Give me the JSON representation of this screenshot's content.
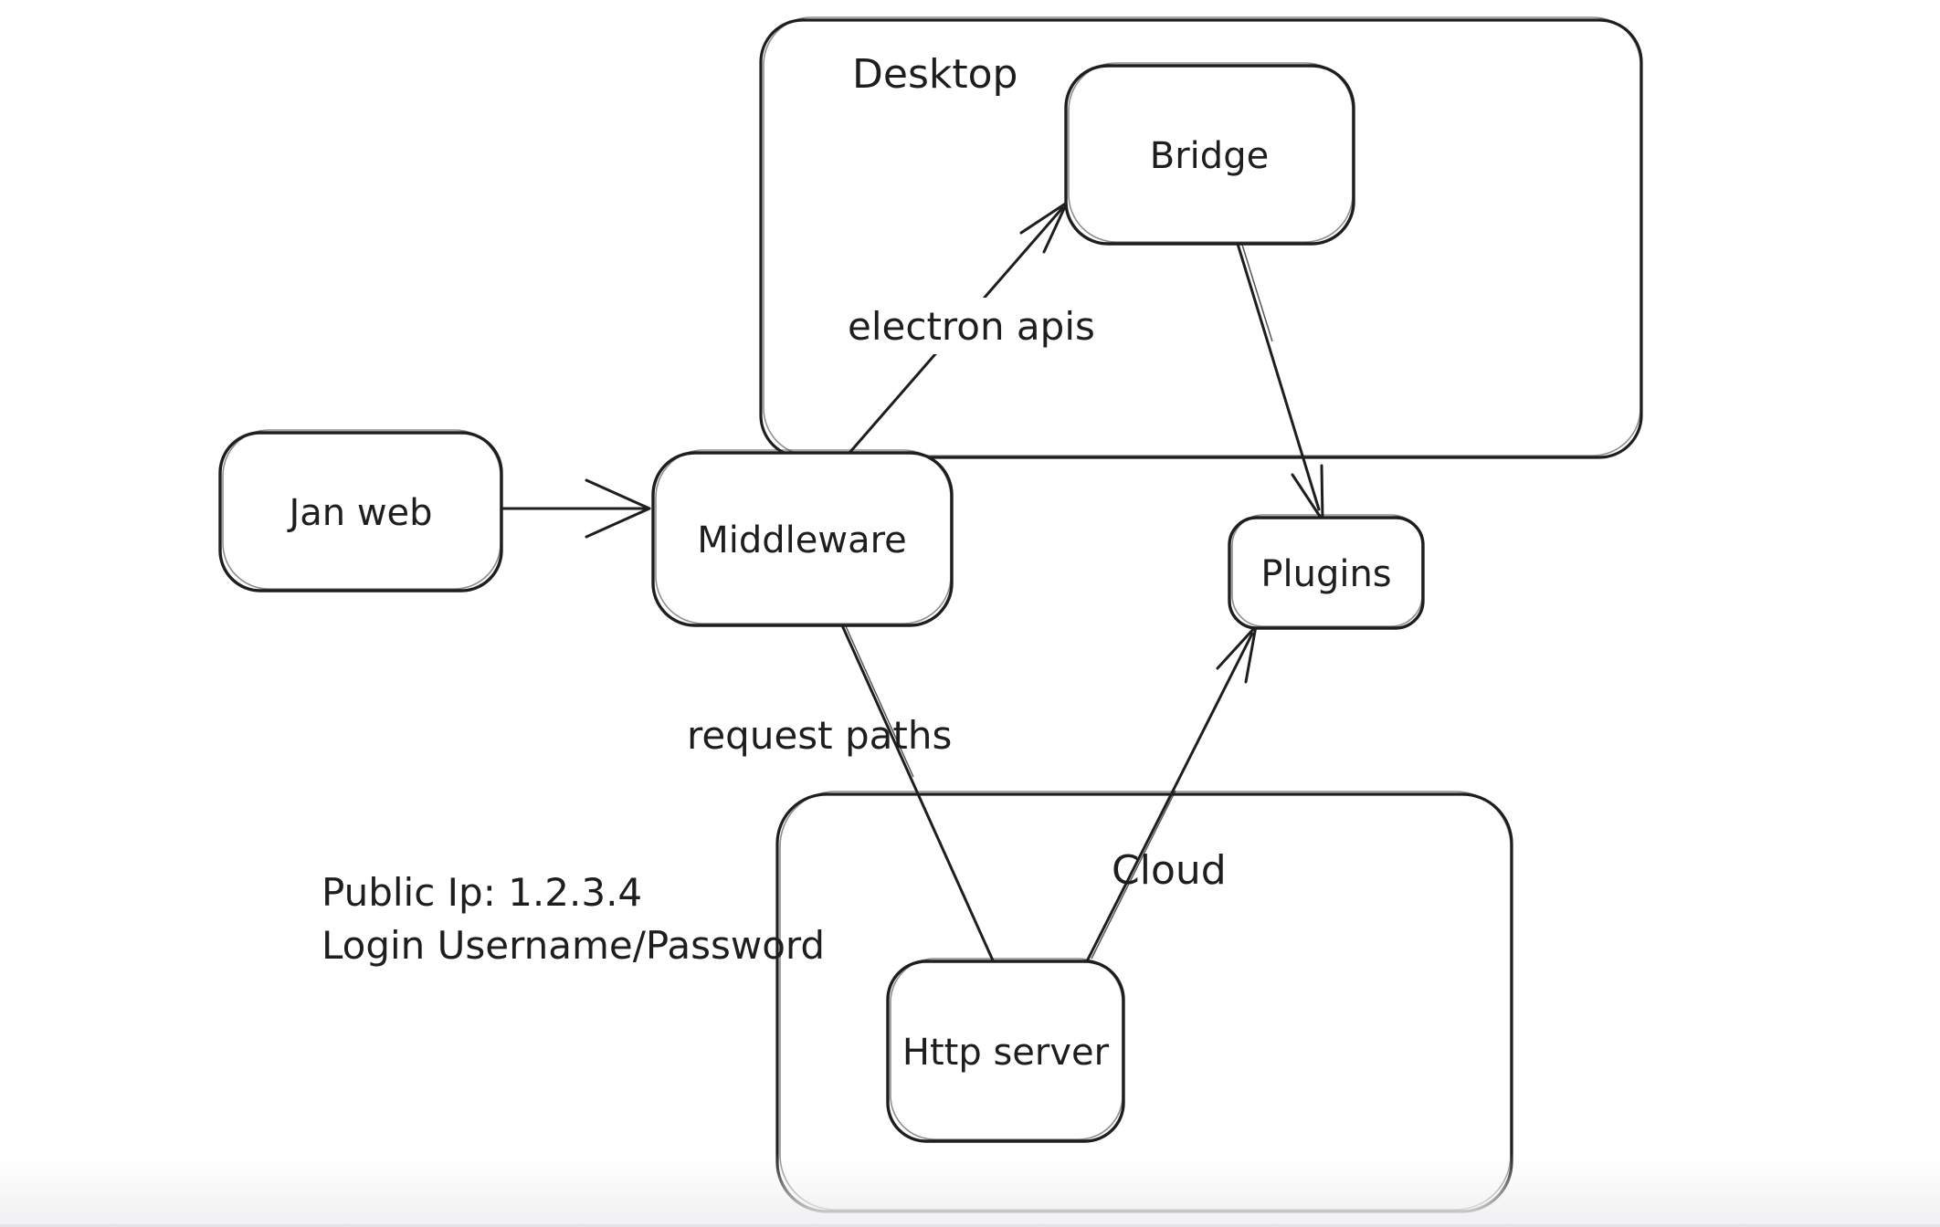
{
  "canvas": {
    "background_color": "#ffffff",
    "stroke_color": "#1e1e1e",
    "bottom_fade_color": "#f0f0f2"
  },
  "containers": {
    "desktop": {
      "label": "Desktop"
    },
    "cloud": {
      "label": "Cloud"
    }
  },
  "nodes": {
    "jan_web": {
      "label": "Jan web"
    },
    "middleware": {
      "label": "Middleware"
    },
    "bridge": {
      "label": "Bridge"
    },
    "plugins": {
      "label": "Plugins"
    },
    "http_server": {
      "label": "Http server"
    }
  },
  "edges": {
    "jan_web_to_middleware": {
      "from": "Jan web",
      "to": "Middleware",
      "label": ""
    },
    "middleware_to_bridge": {
      "from": "Middleware",
      "to": "Bridge",
      "label": "electron apis"
    },
    "bridge_to_plugins": {
      "from": "Bridge",
      "to": "Plugins",
      "label": ""
    },
    "middleware_to_http_server": {
      "from": "Middleware",
      "to": "Http server",
      "label": "request paths"
    },
    "http_server_to_plugins": {
      "from": "Http server",
      "to": "Plugins",
      "label": ""
    }
  },
  "annotations": {
    "public_ip": "Public Ip: 1.2.3.4",
    "login": "Login Username/Password"
  }
}
